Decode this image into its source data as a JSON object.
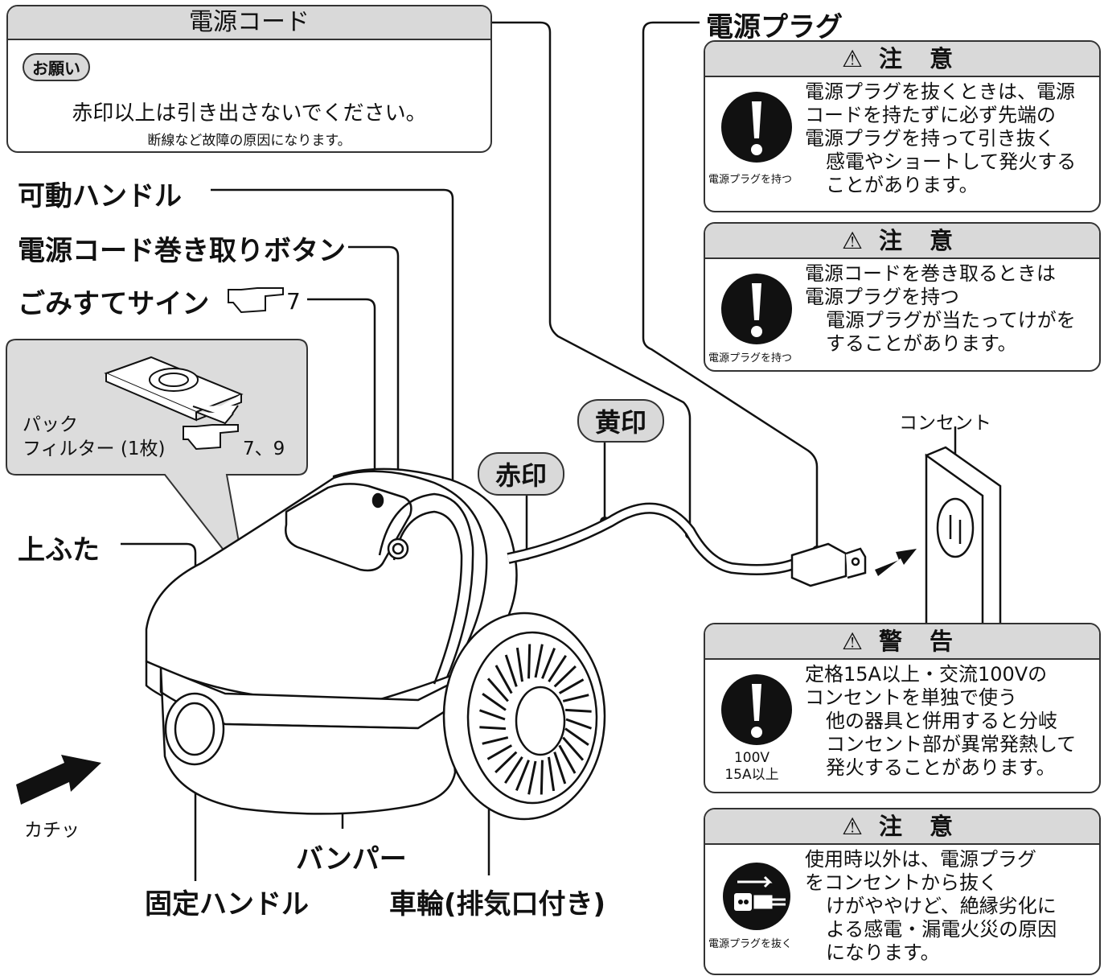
{
  "cord_notice": {
    "title": "電源コード",
    "tag": "お願い",
    "main": "赤印以上は引き出さないでください。",
    "sub": "断線など故障の原因になります。"
  },
  "labels": {
    "movable_handle": "可動ハンドル",
    "cord_rewind_button": "電源コード巻き取りボタン",
    "dust_sign": "ごみすてサイン",
    "dust_sign_ref": "7",
    "pack_filter_line1": "パック",
    "pack_filter_line2": "フィルター (1枚)",
    "pack_filter_ref": "7、9",
    "top_lid": "上ふた",
    "click": "カチッ",
    "bumper": "バンパー",
    "fixed_handle": "固定ハンドル",
    "wheel": "車輪(排気口付き)",
    "red_mark": "赤印",
    "yellow_mark": "黄印",
    "power_plug": "電源プラグ",
    "outlet": "コンセント"
  },
  "notices": [
    {
      "header": "注 意",
      "main": [
        "電源プラグを抜くときは、電源",
        "コードを持たずに必ず先端の",
        "電源プラグを持って引き抜く"
      ],
      "sub": [
        "感電やショートして発火する",
        "ことがあります。"
      ],
      "icon_label": "電源プラグを持つ",
      "icon": "mandatory-icon"
    },
    {
      "header": "注 意",
      "main": [
        "電源コードを巻き取るときは",
        "電源プラグを持つ"
      ],
      "sub": [
        "電源プラグが当たってけがを",
        "することがあります。"
      ],
      "icon_label": "電源プラグを持つ",
      "icon": "mandatory-icon"
    },
    {
      "header": "警 告",
      "main": [
        "定格15A以上・交流100Vの",
        "コンセントを単独で使う"
      ],
      "sub": [
        "他の器具と併用すると分岐",
        "コンセント部が異常発熱して",
        "発火することがあります。"
      ],
      "icon_label_line1": "100V",
      "icon_label_line2": "15A以上",
      "icon": "mandatory-icon"
    },
    {
      "header": "注 意",
      "main": [
        "使用時以外は、電源プラグ",
        "をコンセントから抜く"
      ],
      "sub": [
        "けがややけど、絶縁劣化に",
        "よる感電・漏電火災の原因",
        "になります。"
      ],
      "icon_label": "電源プラグを抜く",
      "icon": "unplug-icon"
    }
  ]
}
